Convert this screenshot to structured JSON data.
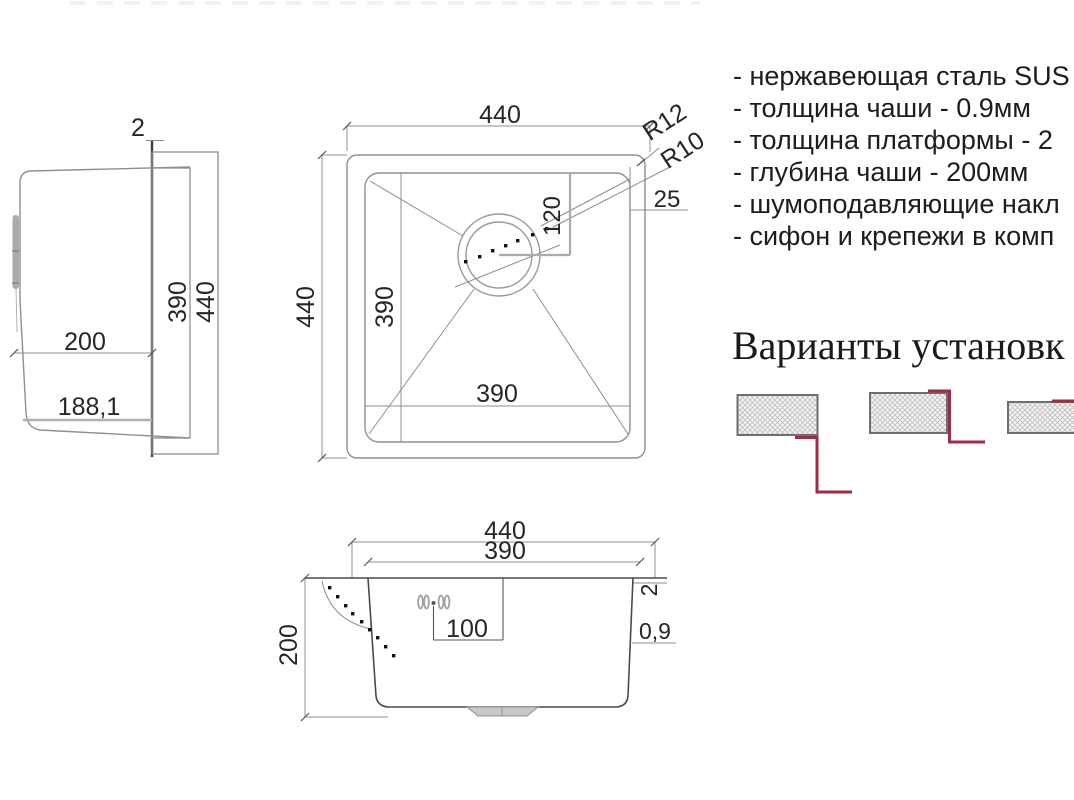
{
  "specs": [
    "- нержавеющая сталь SUS",
    "- толщина чаши - 0.9мм",
    "- толщина платформы - 2",
    "- глубина чаши - 200мм",
    "- шумоподавляющие накл",
    "- сифон и крепежи в комп"
  ],
  "install_title": "Варианты установк",
  "side_view": {
    "platform_thickness": "2",
    "bowl_depth": "200",
    "bottom_width": "188,1",
    "inner_height": "390",
    "outer_height": "440"
  },
  "top_view": {
    "width": "440",
    "height": "440",
    "bowl_width": "390",
    "bowl_height": "390",
    "corner_outer": "R12",
    "corner_inner": "R10",
    "edge_width": "25",
    "drain_offset": "120"
  },
  "front_view": {
    "width": "440",
    "bowl_width": "390",
    "bowl_depth": "200",
    "faucet_offset": "100",
    "platform_thickness": "2",
    "wall_thickness": "0,9"
  },
  "colors": {
    "line": "#8f8f8f",
    "dark_line": "#4a4a4a",
    "red": "#a02b45",
    "text": "#262626"
  }
}
